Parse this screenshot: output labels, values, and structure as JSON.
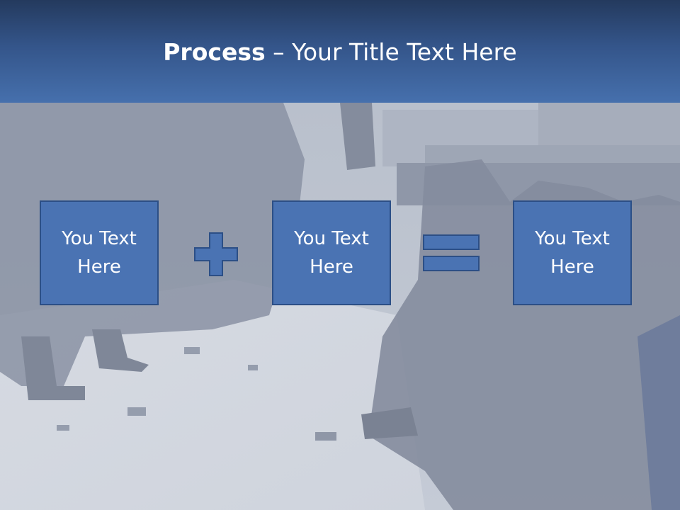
{
  "slide": {
    "title_bold": "Process",
    "title_rest": " – Your Title Text Here",
    "boxes": [
      {
        "text": "You Text\nHere"
      },
      {
        "text": "You Text\nHere"
      },
      {
        "text": "You Text\nHere"
      }
    ],
    "operators": [
      "plus-icon",
      "equals-icon"
    ],
    "colors": {
      "header_top": "#243a5e",
      "header_bottom": "#4670ad",
      "box_fill": "#4a73b3",
      "box_border": "#2c4f86",
      "text": "#ffffff"
    }
  }
}
